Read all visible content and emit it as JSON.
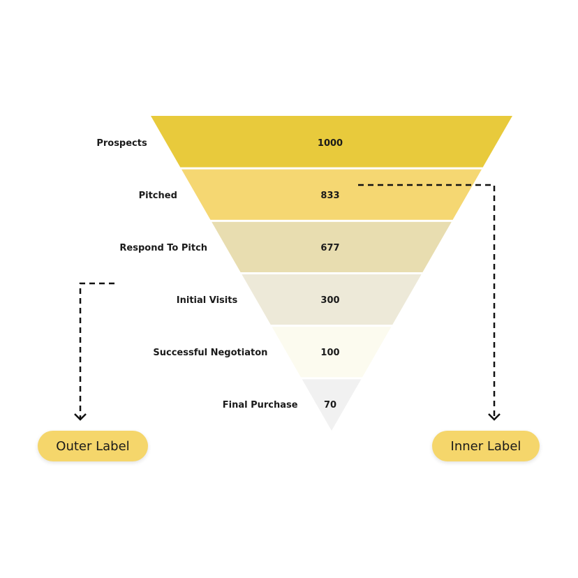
{
  "chart_data": {
    "type": "funnel",
    "stages": [
      {
        "label": "Prospects",
        "value": 1000,
        "color": "#e8ca3c"
      },
      {
        "label": "Pitched",
        "value": 833,
        "color": "#f5d772"
      },
      {
        "label": "Respond To Pitch",
        "value": 677,
        "color": "#e8ddb0"
      },
      {
        "label": "Initial Visits",
        "value": 300,
        "color": "#ede9d8"
      },
      {
        "label": "Successful Negotiaton",
        "value": 100,
        "color": "#fcfbef"
      },
      {
        "label": "Final Purchase",
        "value": 70,
        "color": "#f1f1f1"
      }
    ]
  },
  "callouts": {
    "outer_label": "Outer Label",
    "inner_label": "Inner Label"
  },
  "colors": {
    "pill": "#f5d66b",
    "connector": "#111111"
  }
}
